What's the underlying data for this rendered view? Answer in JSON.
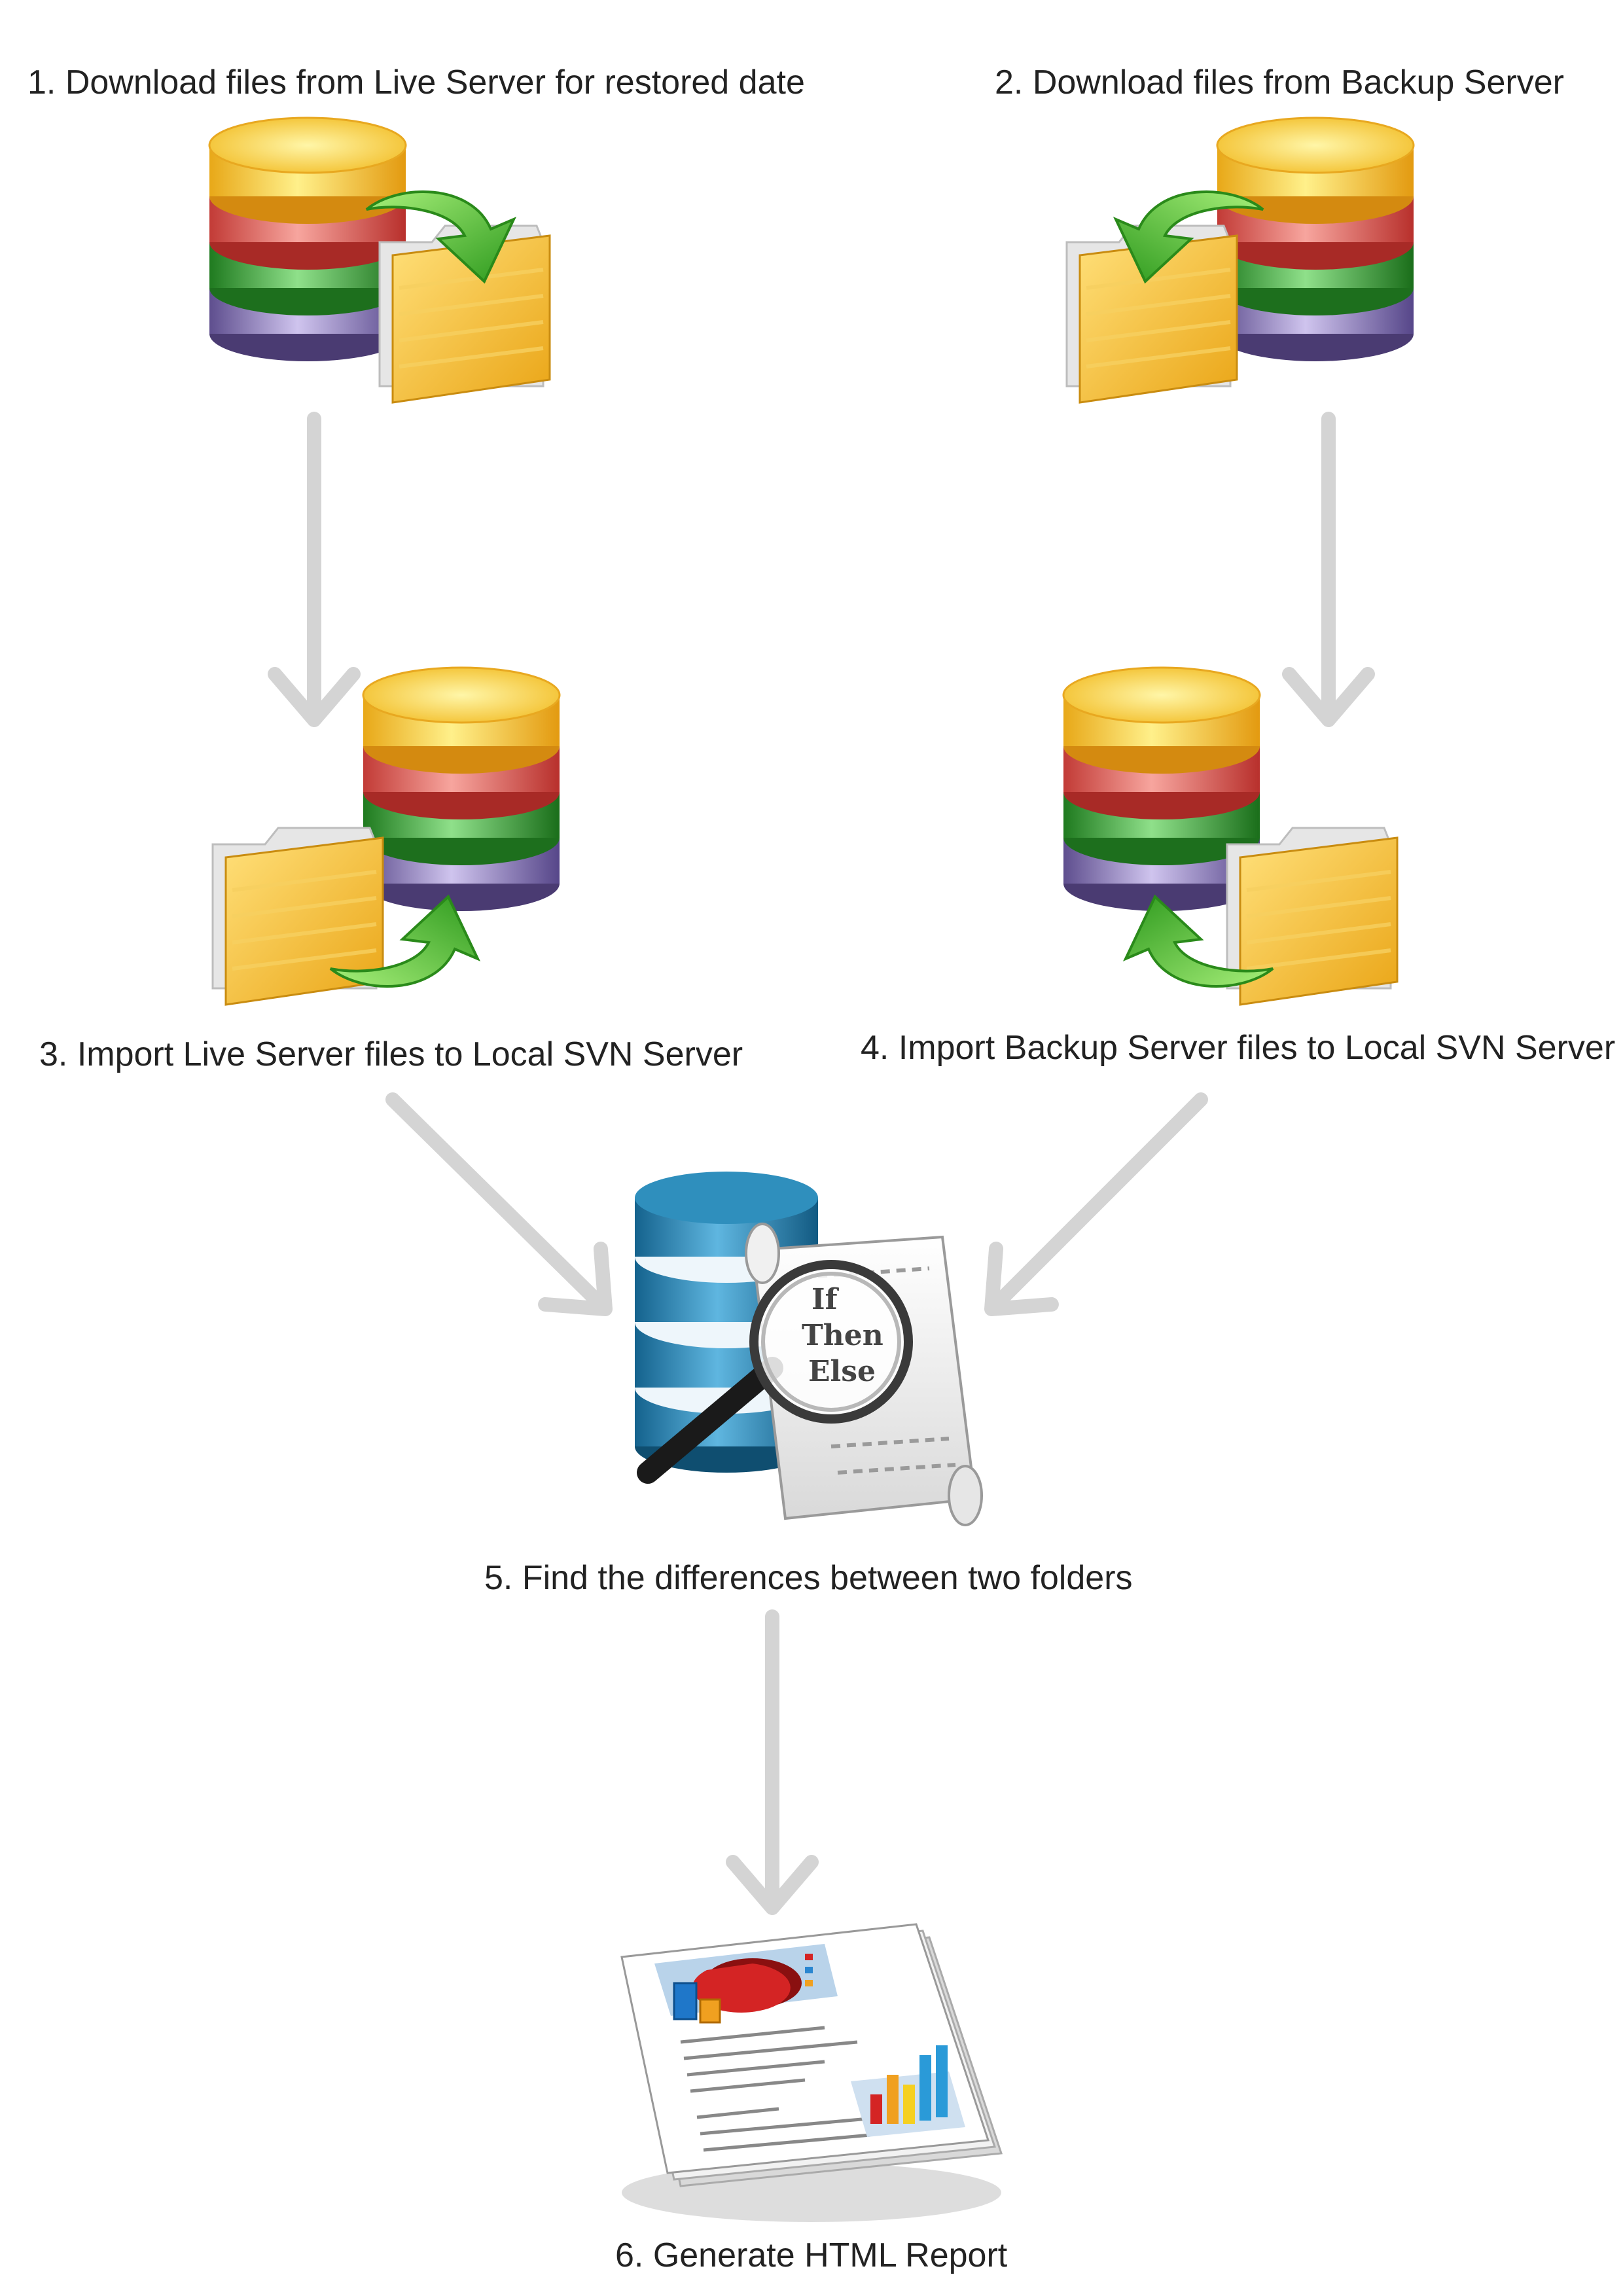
{
  "steps": [
    {
      "id": 1,
      "label": "1. Download files from Live Server for restored date",
      "icon": "database-to-folder-icon"
    },
    {
      "id": 2,
      "label": "2. Download files from Backup Server",
      "icon": "database-to-folder-icon"
    },
    {
      "id": 3,
      "label": "3. Import Live Server files to Local SVN Server",
      "icon": "folder-to-database-icon"
    },
    {
      "id": 4,
      "label": "4. Import Backup Server files to Local SVN Server",
      "icon": "folder-to-database-icon"
    },
    {
      "id": 5,
      "label": "5. Find the differences between two folders",
      "icon": "database-compare-magnifier-icon"
    },
    {
      "id": 6,
      "label": "6. Generate HTML Report",
      "icon": "report-document-icon"
    }
  ],
  "compare_icon_text": [
    "If",
    "Then",
    "Else"
  ],
  "colors": {
    "arrow": "#d4d4d4",
    "db_yellow": "#f5c233",
    "db_red": "#e0605a",
    "db_green": "#3aa43a",
    "db_purple": "#8a78b8",
    "db_blue": "#2a86b4",
    "folder": "#f6c030",
    "green_arrow": "#5cc23a",
    "pie_red": "#c81e1e"
  }
}
